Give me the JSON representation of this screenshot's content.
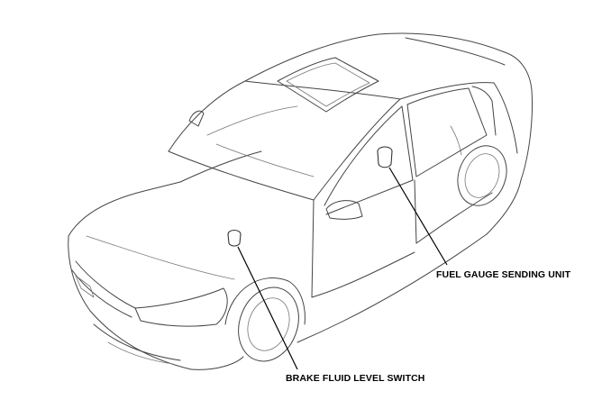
{
  "diagram": {
    "callouts": [
      {
        "id": "fuel",
        "label": "FUEL GAUGE SENDING UNIT"
      },
      {
        "id": "brake",
        "label": "BRAKE FLUID LEVEL SWITCH"
      }
    ]
  },
  "colors": {
    "background": "#ffffff",
    "line": "#444444",
    "text": "#000000"
  }
}
